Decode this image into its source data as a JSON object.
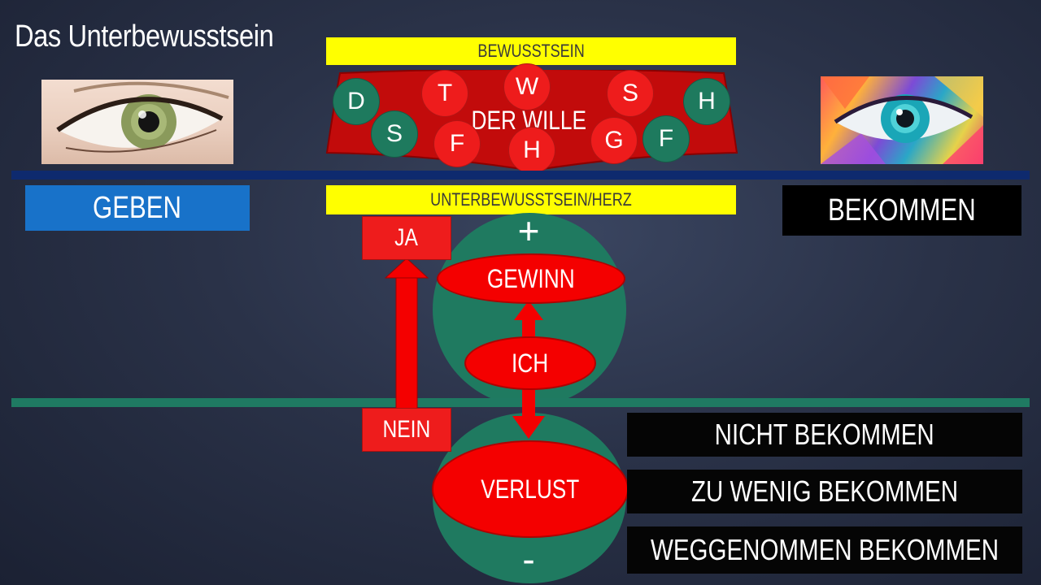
{
  "title": "Das Unterbewusstsein",
  "top_label": "BEWUSSTSEIN",
  "will_label": "DER WILLE",
  "will_letters": [
    {
      "text": "D",
      "color": "green"
    },
    {
      "text": "T",
      "color": "red"
    },
    {
      "text": "W",
      "color": "red"
    },
    {
      "text": "S",
      "color": "red"
    },
    {
      "text": "H",
      "color": "green"
    },
    {
      "text": "S",
      "color": "green"
    },
    {
      "text": "F",
      "color": "red"
    },
    {
      "text": "H",
      "color": "red"
    },
    {
      "text": "G",
      "color": "red"
    },
    {
      "text": "F",
      "color": "green"
    }
  ],
  "subconscious_label": "UNTERBEWUSSTSEIN/HERZ",
  "left_label": "GEBEN",
  "right_label": "BEKOMMEN",
  "yes_label": "JA",
  "no_label": "NEIN",
  "plus_sign": "+",
  "minus_sign": "-",
  "gain_label": "GEWINN",
  "self_label": "ICH",
  "loss_label": "VERLUST",
  "loss_items": [
    "NICHT BEKOMMEN",
    "ZU WENIG BEKOMMEN",
    "WEGGENOMMEN BEKOMMEN"
  ],
  "colors": {
    "accent_red": "#ee1c1c",
    "accent_green": "#1f7a60",
    "highlight_yellow": "#ffff00",
    "give_blue": "#1872c9",
    "divider_blue": "#0e2a6e"
  }
}
